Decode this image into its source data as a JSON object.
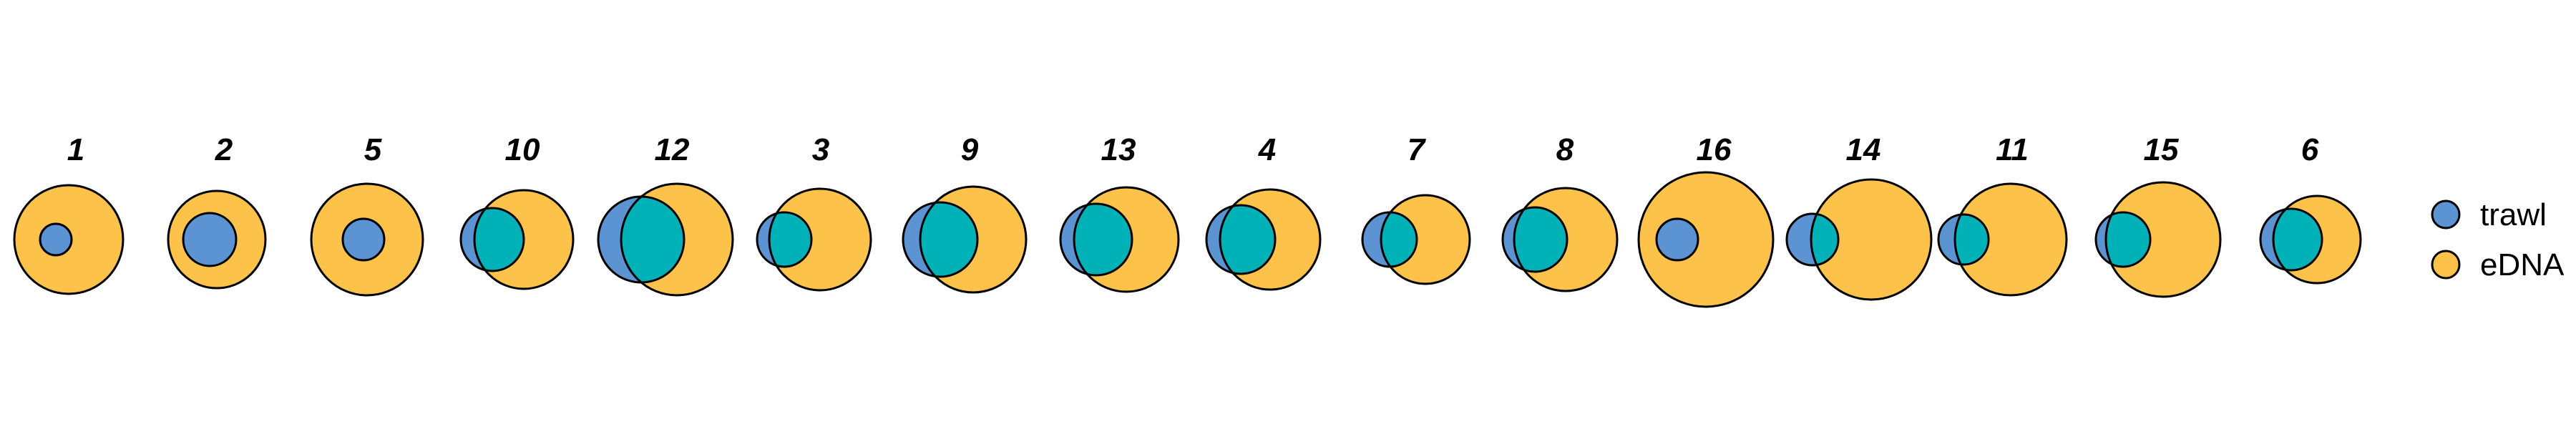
{
  "colors": {
    "trawl": "#5b93d3",
    "edna": "#fcc24a",
    "overlap": "#00b2b8",
    "stroke": "#000000"
  },
  "legend": {
    "items": [
      {
        "key": "trawl",
        "label": "trawl"
      },
      {
        "key": "edna",
        "label": "eDNA"
      }
    ]
  },
  "panels": [
    {
      "label": "1",
      "relation": "trawl inside eDNA"
    },
    {
      "label": "2",
      "relation": "trawl inside eDNA"
    },
    {
      "label": "5",
      "relation": "trawl inside eDNA"
    },
    {
      "label": "10",
      "relation": "partial overlap"
    },
    {
      "label": "12",
      "relation": "partial overlap"
    },
    {
      "label": "3",
      "relation": "partial overlap"
    },
    {
      "label": "9",
      "relation": "partial overlap"
    },
    {
      "label": "13",
      "relation": "partial overlap"
    },
    {
      "label": "4",
      "relation": "partial overlap"
    },
    {
      "label": "7",
      "relation": "partial overlap"
    },
    {
      "label": "8",
      "relation": "partial overlap"
    },
    {
      "label": "16",
      "relation": "trawl inside eDNA"
    },
    {
      "label": "14",
      "relation": "partial overlap"
    },
    {
      "label": "11",
      "relation": "partial overlap"
    },
    {
      "label": "15",
      "relation": "partial overlap"
    },
    {
      "label": "6",
      "relation": "partial overlap"
    }
  ]
}
